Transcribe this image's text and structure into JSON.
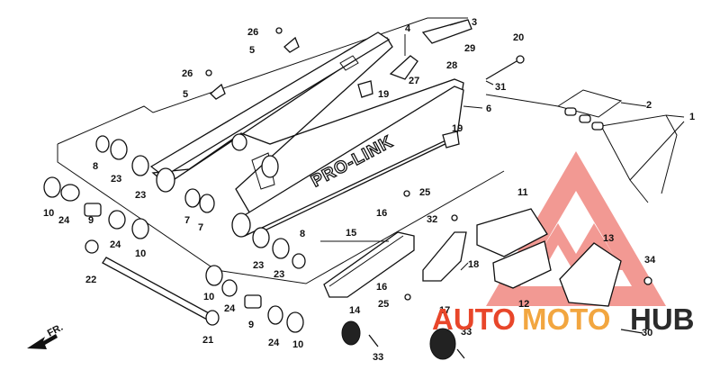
{
  "diagram": {
    "callouts": [
      "1",
      "2",
      "3",
      "4",
      "5",
      "5",
      "6",
      "7",
      "7",
      "8",
      "8",
      "9",
      "9",
      "10",
      "10",
      "10",
      "10",
      "11",
      "12",
      "13",
      "14",
      "15",
      "16",
      "16",
      "17",
      "18",
      "19",
      "19",
      "20",
      "21",
      "22",
      "23",
      "23",
      "23",
      "23",
      "24",
      "24",
      "24",
      "24",
      "25",
      "25",
      "26",
      "26",
      "27",
      "28",
      "29",
      "30",
      "31",
      "32",
      "33",
      "33",
      "34"
    ],
    "swingarm_text": "PRO-LINK",
    "direction_label": "FR."
  },
  "watermark": {
    "brand_auto": "AUTO",
    "brand_moto": "MOTO",
    "brand_hub": "HUB",
    "colors": {
      "auto": "#e8462a",
      "moto": "#f2a640",
      "hub": "#2b2b2b",
      "logo": "#e8463c"
    }
  }
}
